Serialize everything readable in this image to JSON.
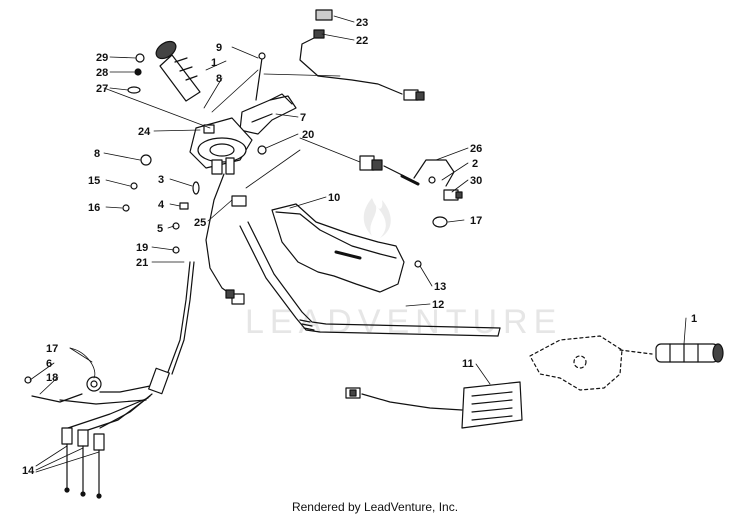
{
  "diagram": {
    "part_callouts": [
      "1",
      "1",
      "2",
      "3",
      "4",
      "5",
      "6",
      "7",
      "8",
      "8",
      "9",
      "10",
      "11",
      "12",
      "13",
      "14",
      "15",
      "16",
      "17",
      "17",
      "18",
      "19",
      "20",
      "21",
      "22",
      "23",
      "24",
      "25",
      "26",
      "27",
      "28",
      "29",
      "30"
    ],
    "watermark": "LEADVENTURE",
    "credit": "Rendered by LeadVenture, Inc."
  },
  "colors": {
    "line": "#111111",
    "watermark": "#e6e6e6",
    "background": "#ffffff"
  },
  "icons": {
    "watermark_logo": "flame-icon"
  }
}
